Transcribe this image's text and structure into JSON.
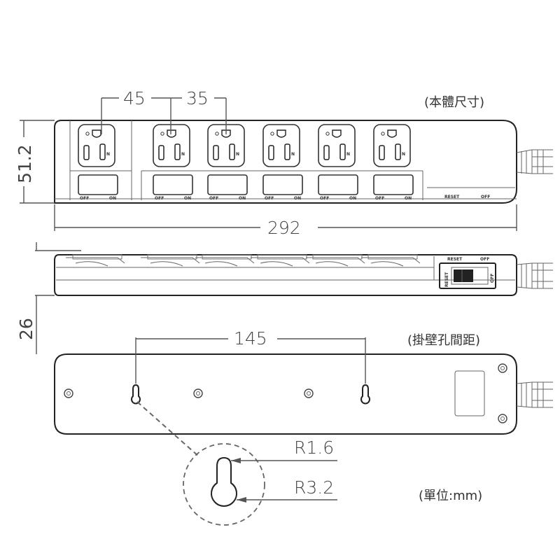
{
  "dimensions": {
    "spacing_a": "45",
    "spacing_b": "35",
    "height": "51.2",
    "length": "292",
    "depth": "26",
    "hole_spacing": "145",
    "radius_small": "R1.6",
    "radius_large": "R3.2"
  },
  "captions": {
    "body_size": "(本體尺寸)",
    "wall_hole_spacing": "(掛壁孔間距)",
    "unit": "(單位:mm)"
  },
  "switch_labels": {
    "off": "OFF",
    "on": "ON",
    "reset": "RESET"
  },
  "outlet_letters": {
    "neutral": "N"
  },
  "counts": {
    "outlets": 6
  }
}
